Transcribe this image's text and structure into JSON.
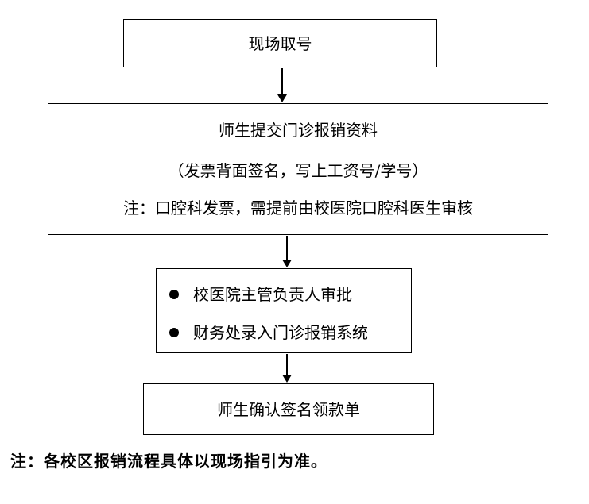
{
  "steps": {
    "step1": {
      "title": "现场取号"
    },
    "step2": {
      "title": "师生提交门诊报销资料",
      "subtitle": "（发票背面签名，写上工资号/学号）",
      "note": "注：口腔科发票，需提前由校医院口腔科医生审核"
    },
    "step3": {
      "items": [
        "校医院主管负责人审批",
        "财务处录入门诊报销系统"
      ]
    },
    "step4": {
      "title": "师生确认签名领款单"
    }
  },
  "footnote": "注：各校区报销流程具体以现场指引为准。"
}
